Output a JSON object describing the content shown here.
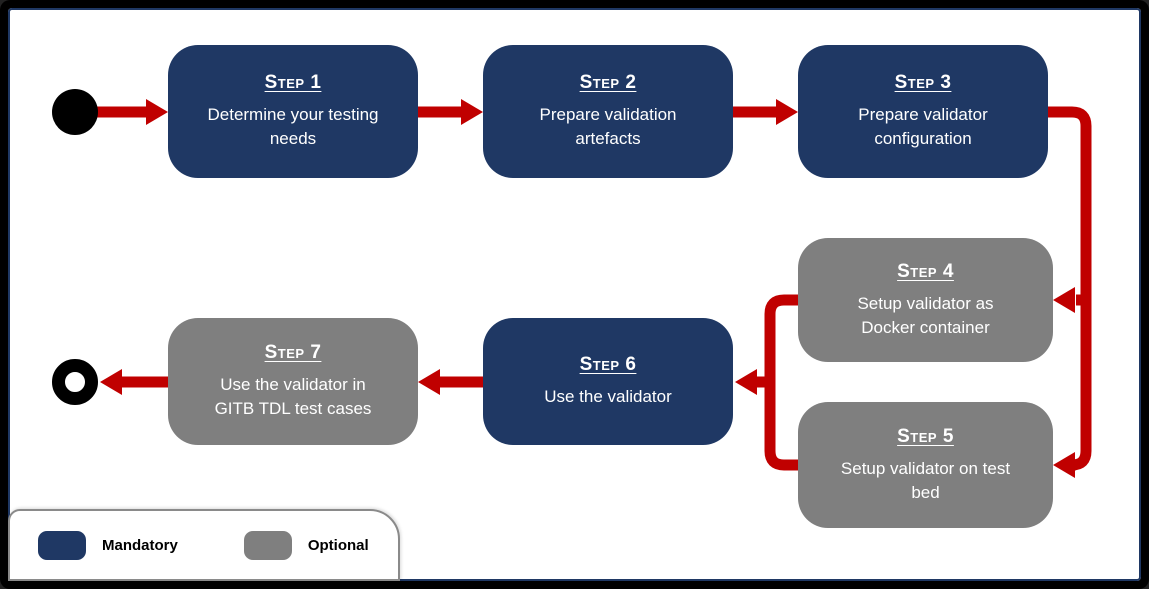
{
  "steps": [
    {
      "title": "Step 1",
      "text": "Determine your testing needs",
      "type": "mandatory"
    },
    {
      "title": "Step 2",
      "text": "Prepare validation artefacts",
      "type": "mandatory"
    },
    {
      "title": "Step 3",
      "text": "Prepare validator configuration",
      "type": "mandatory"
    },
    {
      "title": "Step 4",
      "text": "Setup validator as Docker container",
      "type": "optional"
    },
    {
      "title": "Step 5",
      "text": "Setup validator on test bed",
      "type": "optional"
    },
    {
      "title": "Step 6",
      "text": "Use the validator",
      "type": "mandatory"
    },
    {
      "title": "Step 7",
      "text": "Use the validator in GITB TDL test cases",
      "type": "optional"
    }
  ],
  "legend": {
    "mandatory_label": "Mandatory",
    "optional_label": "Optional"
  },
  "colors": {
    "mandatory": "#1f3864",
    "optional": "#7f7f7f",
    "arrow": "#c00000",
    "frame": "#000000"
  }
}
